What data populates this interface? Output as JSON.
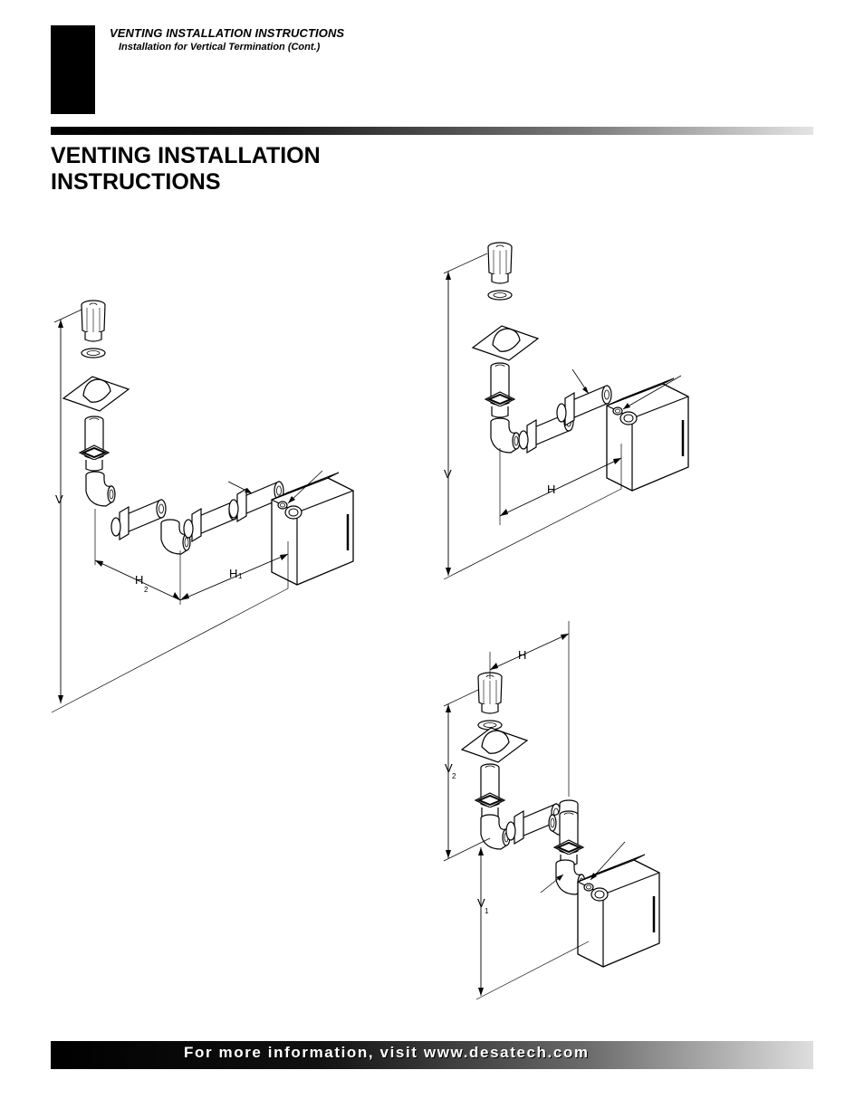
{
  "header": {
    "title": "VENTING INSTALLATION INSTRUCTIONS",
    "subtitle": "Installation for Vertical Termination (Cont.)"
  },
  "page_title": "VENTING INSTALLATION INSTRUCTIONS",
  "footer": {
    "text": "For more information, visit www.desatech.com"
  },
  "figures": {
    "fig_left": {
      "v": "V",
      "h1": "H",
      "h1_sub": "1",
      "h2": "H",
      "h2_sub": "2"
    },
    "fig_top_right": {
      "v": "V",
      "h": "H"
    },
    "fig_bottom_right": {
      "h": "H",
      "v1": "V",
      "v1_sub": "1",
      "v2": "V",
      "v2_sub": "2"
    }
  },
  "colors": {
    "ink": "#000000",
    "paper": "#ffffff",
    "shade": "#d9d9d9"
  }
}
